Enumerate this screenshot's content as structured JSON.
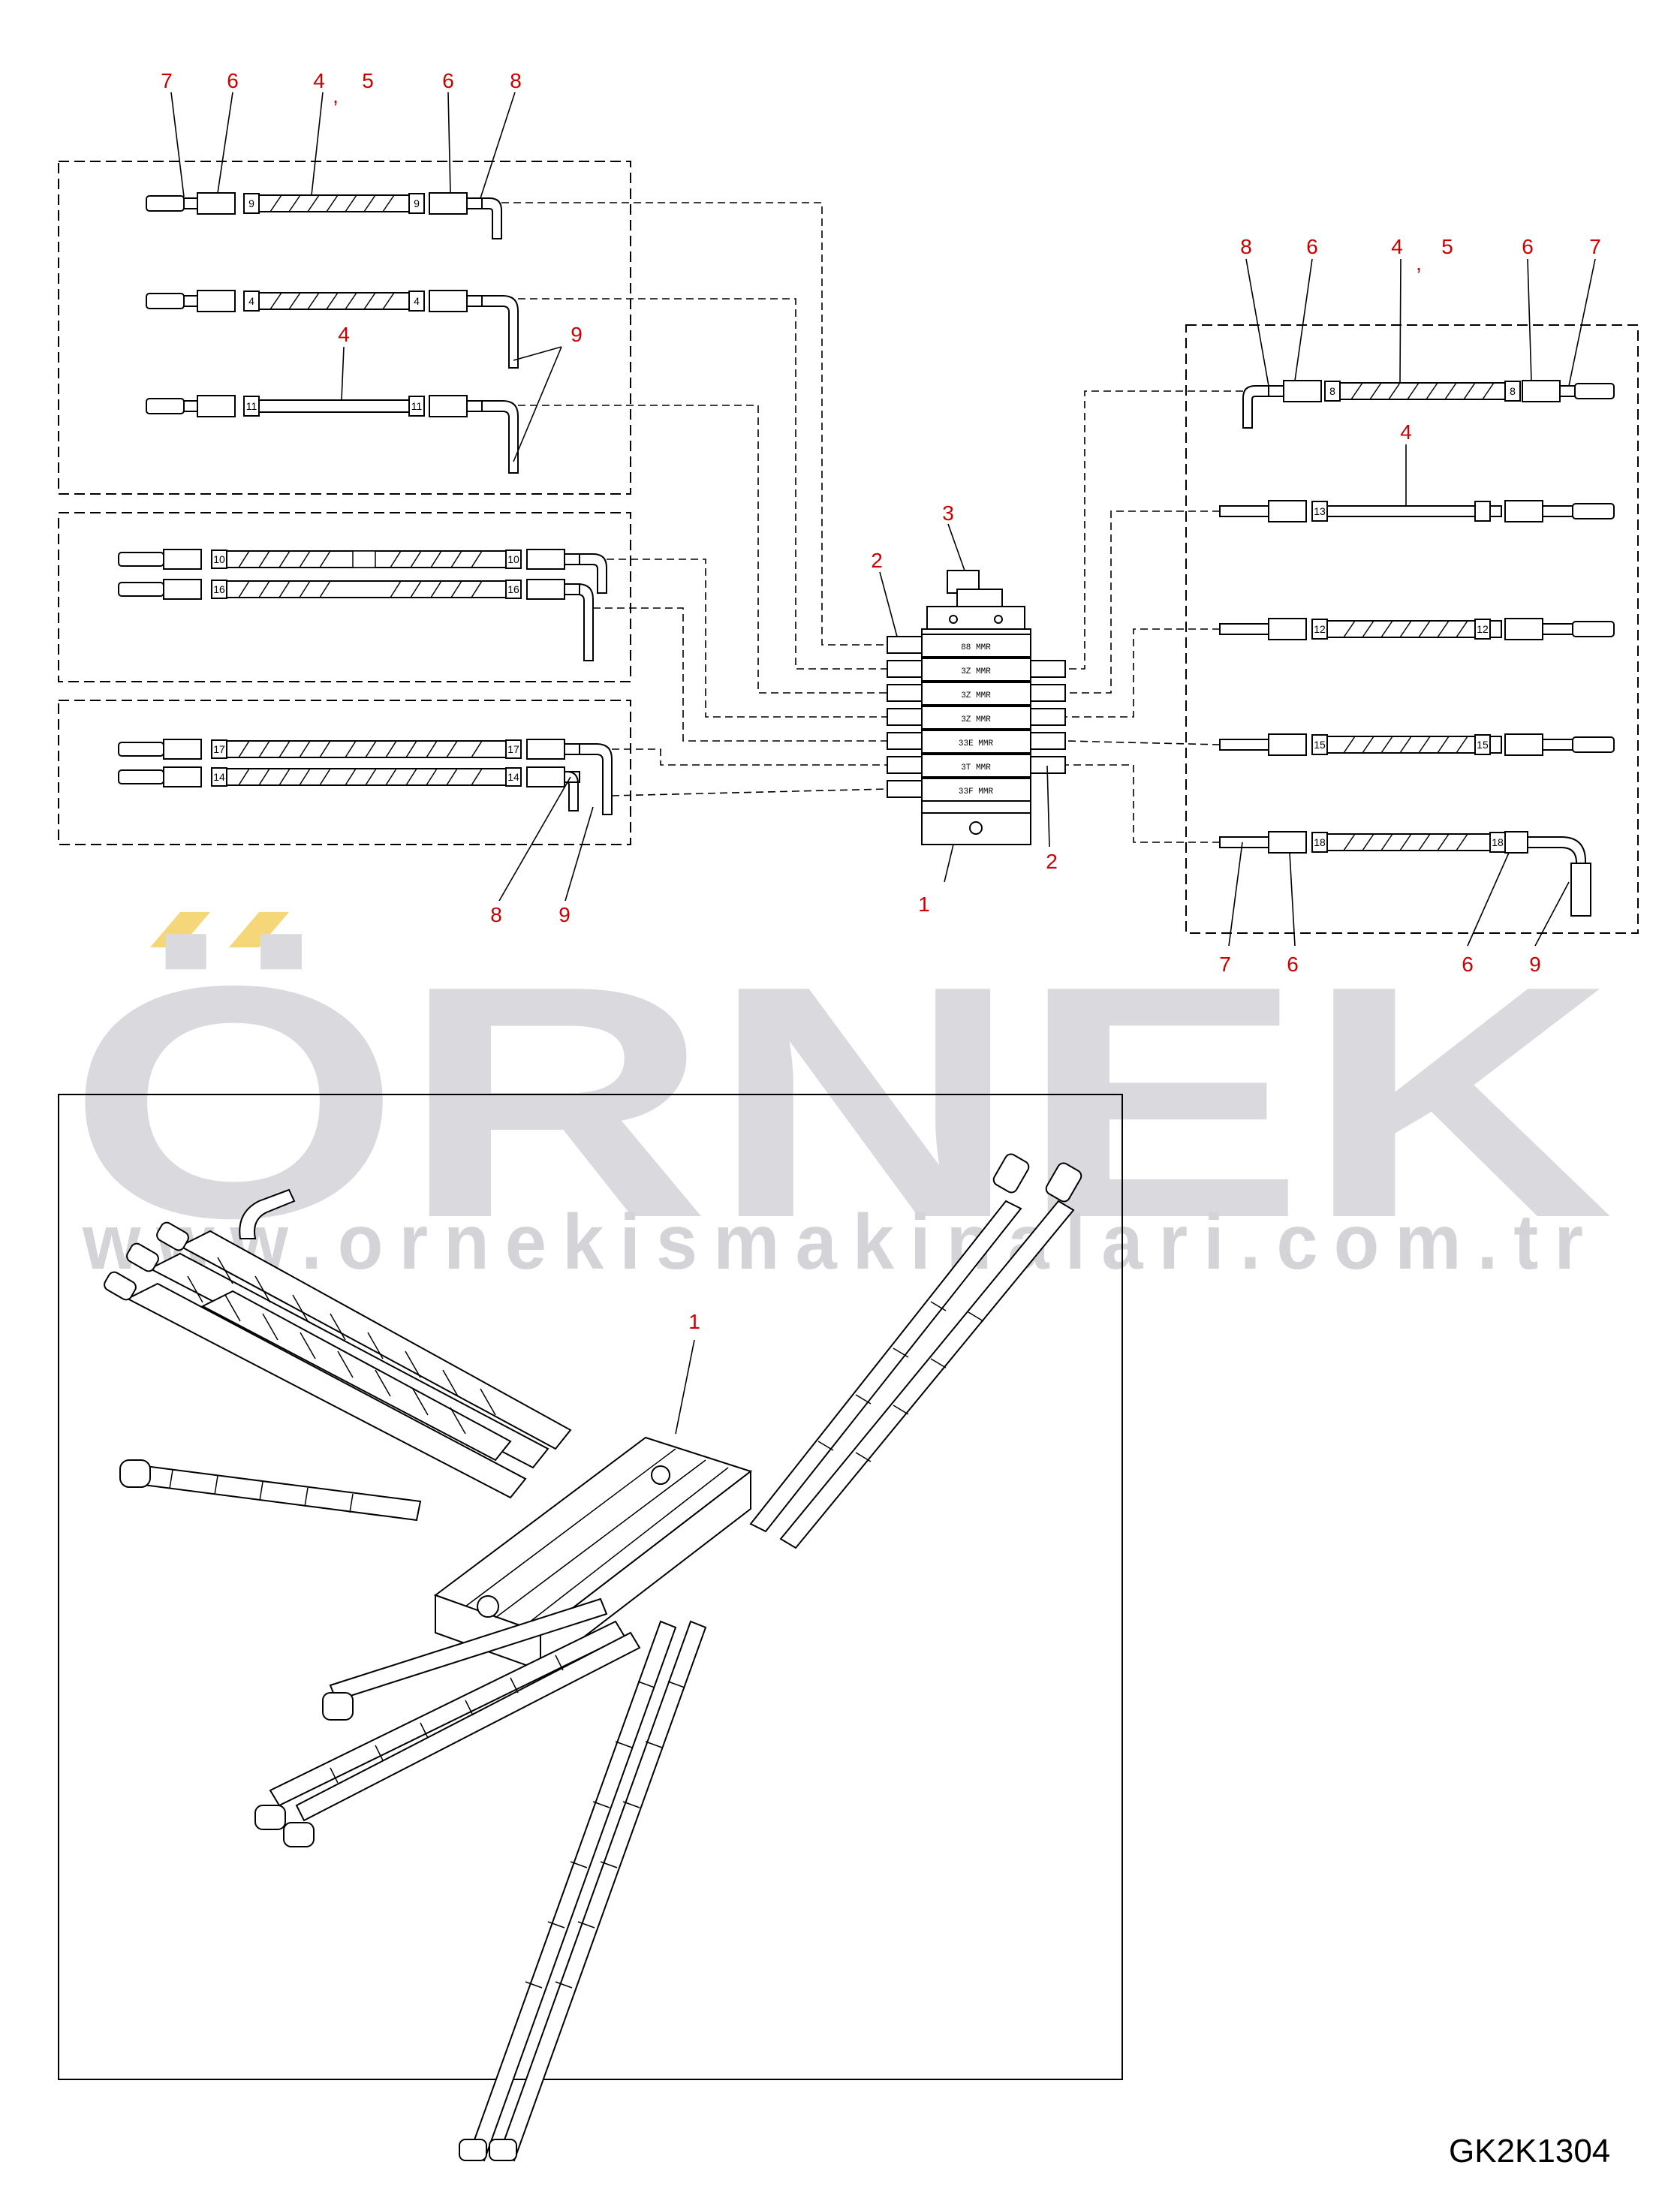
{
  "drawing_code": "GK2K1304",
  "watermark": {
    "brand": "ÖRNEK",
    "url": "www.ornekismakinalari.com.tr",
    "accent_color": "#f5d77a",
    "gray_color": "#d9d9de"
  },
  "callouts": {
    "top_left": [
      "7",
      "6",
      "4",
      "5",
      "6",
      "8",
      "4",
      "9"
    ],
    "top_left_comma": ",",
    "right": [
      "8",
      "6",
      "4",
      "5",
      "6",
      "7",
      "4",
      "7",
      "6",
      "6",
      "9"
    ],
    "right_comma": ",",
    "center": [
      "3",
      "2",
      "2",
      "1"
    ],
    "lower_left": [
      "8",
      "9"
    ],
    "iso_view": [
      "1"
    ]
  },
  "hose_tags": {
    "group_a": [
      "9",
      "9",
      "4",
      "4",
      "11",
      "11"
    ],
    "group_b": [
      "10",
      "10",
      "16",
      "16"
    ],
    "group_c": [
      "17",
      "17",
      "14",
      "14"
    ],
    "group_right": [
      "8",
      "8",
      "13",
      "12",
      "12",
      "15",
      "15",
      "18",
      "18"
    ]
  },
  "block_labels": [
    "88 MMR",
    "3Z MMR",
    "3Z MMR",
    "3Z MMR",
    "33E MMR",
    "3T MMR",
    "33F MMR"
  ]
}
